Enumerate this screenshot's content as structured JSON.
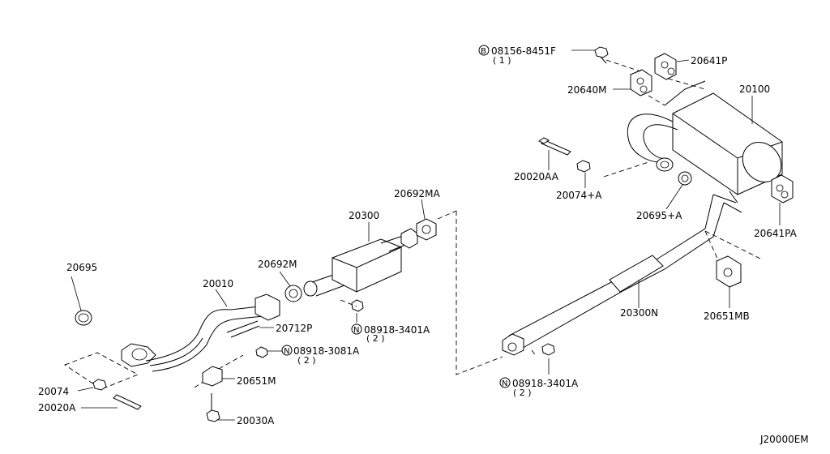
{
  "diagram": {
    "code": "J20000EM",
    "parts": {
      "p20695": "20695",
      "p20010": "20010",
      "p20692m": "20692M",
      "p20300": "20300",
      "p20692ma": "20692MA",
      "p20712p": "20712P",
      "p08918_3081a": "08918-3081A",
      "p08918_3081a_qty": "( 2 )",
      "p08918_3401a_top": "08918-3401A",
      "p08918_3401a_top_qty": "( 2 )",
      "p20651m": "20651M",
      "p20074": "20074",
      "p20020a": "20020A",
      "p20030a": "20030A",
      "p08156_8451f": "08156-8451F",
      "p08156_8451f_qty": "( 1 )",
      "p20641p": "20641P",
      "p20640m": "20640M",
      "p20100": "20100",
      "p20020aa": "20020AA",
      "p20074a": "20074+A",
      "p20695a": "20695+A",
      "p20641pa": "20641PA",
      "p20300n": "20300N",
      "p20651mb": "20651MB",
      "p08918_3401a_bot": "08918-3401A",
      "p08918_3401a_bot_qty": "( 2 )"
    },
    "markers": {
      "bolt": "B",
      "nut": "N"
    }
  }
}
